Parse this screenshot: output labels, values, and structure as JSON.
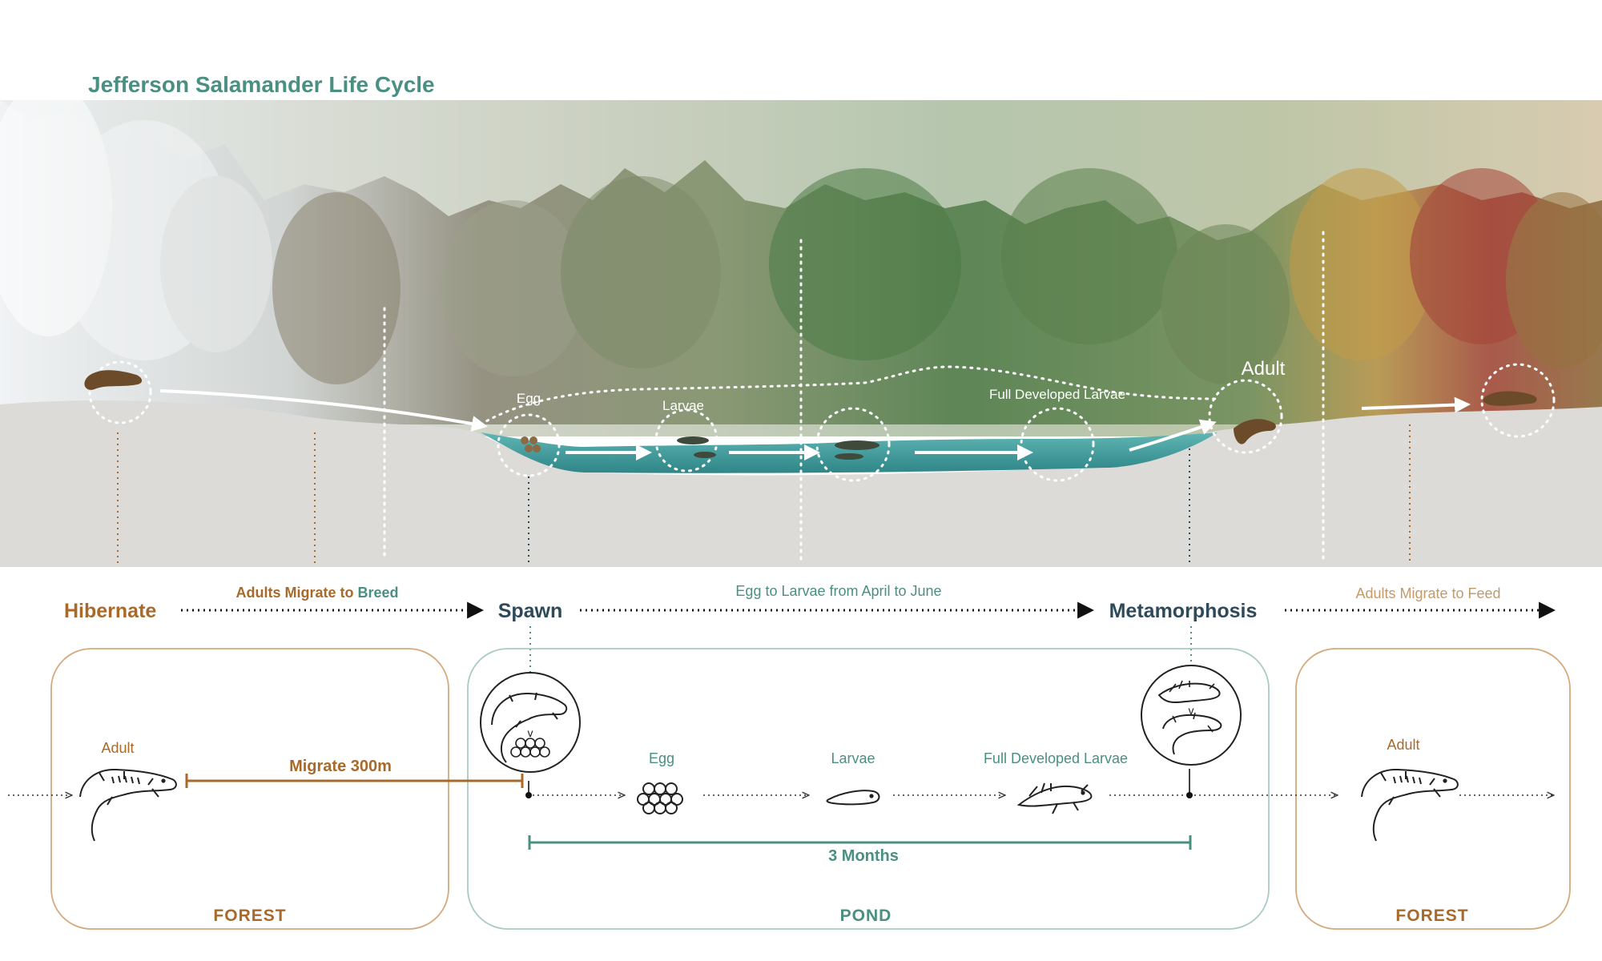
{
  "title": "Jefferson Salamander Life Cycle",
  "colors": {
    "brown": "#a86a2a",
    "teal": "#4a8f82",
    "navy": "#2d4a5a",
    "water": "#3d9a9a",
    "ground": "#dcdbd8"
  },
  "scene": {
    "labels": {
      "egg": "Egg",
      "larvae": "Larvae",
      "full_larvae": "Full Developed Larvae",
      "adult": "Adult"
    }
  },
  "timeline": {
    "hibernate": "Hibernate",
    "migrate_breed_pre": "Adults Migrate to ",
    "migrate_breed_em": "Breed",
    "spawn": "Spawn",
    "egg_to_larvae": "Egg to Larvae from April to June",
    "metamorphosis": "Metamorphosis",
    "migrate_feed": "Adults Migrate to Feed"
  },
  "panels": {
    "forest_left": "FOREST",
    "pond": "POND",
    "forest_right": "FOREST"
  },
  "stages": {
    "adult_left": "Adult",
    "migrate_dist": "Migrate  300m",
    "egg": "Egg",
    "larvae": "Larvae",
    "full_larvae": "Full Developed Larvae",
    "duration": "3 Months",
    "adult_right": "Adult"
  },
  "icons": [
    "salamander-icon",
    "egg-cluster-icon",
    "larva-icon",
    "developed-larva-icon",
    "spawn-icon",
    "metamorphosis-icon"
  ]
}
